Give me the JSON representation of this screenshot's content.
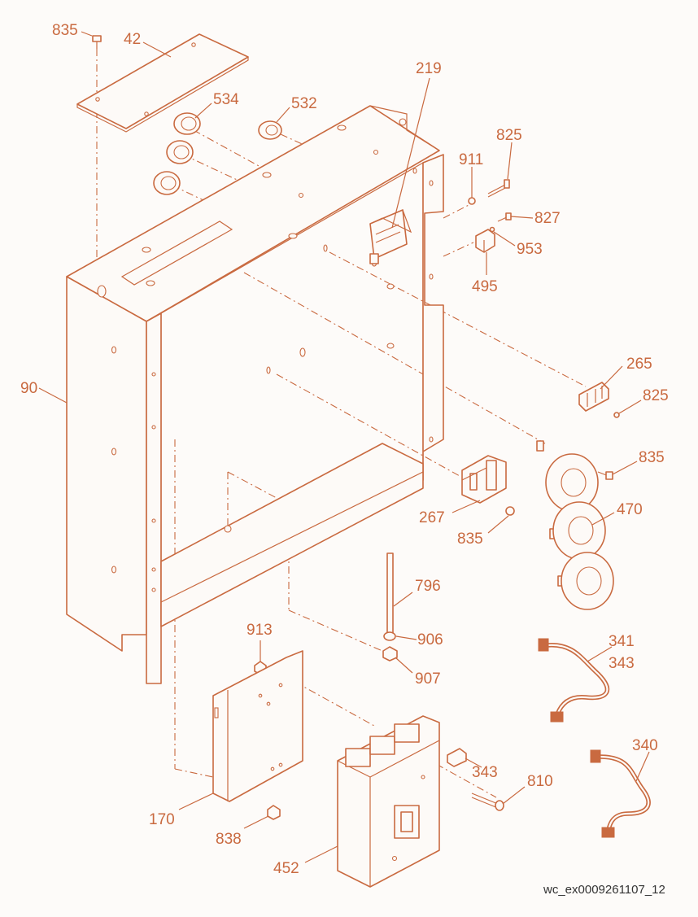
{
  "labels": {
    "p835_top": "835",
    "p42": "42",
    "p534": "534",
    "p532": "532",
    "p219": "219",
    "p825_top": "825",
    "p911": "911",
    "p827": "827",
    "p953": "953",
    "p495": "495",
    "p90": "90",
    "p265": "265",
    "p825_mid": "825",
    "p835_right": "835",
    "p470": "470",
    "p267": "267",
    "p835_mid": "835",
    "p796": "796",
    "p906": "906",
    "p913": "913",
    "p907": "907",
    "p341": "341",
    "p343_a": "343",
    "p340": "340",
    "p343_b": "343",
    "p810": "810",
    "p170": "170",
    "p838": "838",
    "p452": "452"
  },
  "reference_code": "wc_ex0009261107_12",
  "colors": {
    "line": "#c96a40",
    "background": "#fdfbf9",
    "code_text": "#333333"
  }
}
